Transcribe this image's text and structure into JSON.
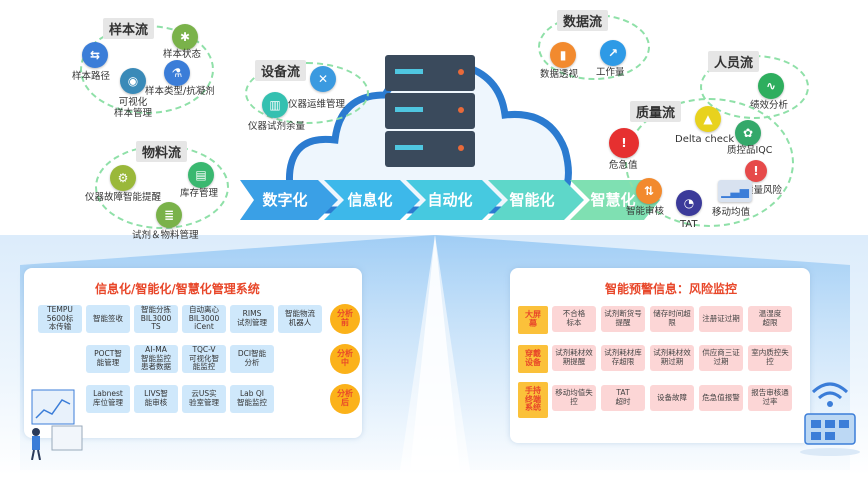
{
  "clusters": {
    "sample": {
      "title": "样本流",
      "items": [
        "样本路径",
        "样本状态",
        "样本类型/抗凝剂",
        "可视化\n样本管理"
      ]
    },
    "equipment": {
      "title": "设备流",
      "items": [
        "仪器运维管理",
        "仪器试剂余量"
      ]
    },
    "material": {
      "title": "物料流",
      "items": [
        "仪器故障智能提醒",
        "库存管理",
        "试剂＆物料管理"
      ]
    },
    "data": {
      "title": "数据流",
      "items": [
        "数据透视",
        "工作量"
      ]
    },
    "personnel": {
      "title": "人员流",
      "items": [
        "绩效分析"
      ]
    },
    "quality": {
      "title": "质量流",
      "items": [
        "Delta check",
        "质控品IQC",
        "质量风险",
        "危急值",
        "智能审核",
        "TAT",
        "移动均值"
      ]
    }
  },
  "flow": [
    "数字化",
    "信息化",
    "自动化",
    "智能化",
    "智慧化"
  ],
  "left_panel": {
    "title": "信息化/智能化/智慧化管理系统",
    "row1": [
      "TEMPU\n5600标\n本传输",
      "智能签收",
      "智能分拣\nBIL3000\nTS",
      "自动离心\nBIL3000\niCent",
      "RIMS\n试剂管理",
      "智能物流\n机器人"
    ],
    "row2": [
      "POCT智\n能管理",
      "AI-MA\n智能监控\n患者数据",
      "TQC-V\n可视化智\n能监控",
      "DCI智能\n分析"
    ],
    "row3": [
      "Labnest\n库位管理",
      "LIVS智\n能审核",
      "云US实\n验室管理",
      "Lab QI\n智能监控"
    ],
    "stages": [
      "分析\n前",
      "分析\n中",
      "分析\n后"
    ]
  },
  "right_panel": {
    "title": "智能预警信息：风险监控",
    "row_labels": [
      "大屏\n幕",
      "穿戴\n设备",
      "手持\n终端\n系统"
    ],
    "row1": [
      "不合格\n标本",
      "试剂断货号\n提醒",
      "储存时间超\n限",
      "注册证过期",
      "温湿度\n超限"
    ],
    "row2": [
      "试剂耗材效\n期提醒",
      "试剂耗材库\n存超限",
      "试剂耗材效\n期过期",
      "供应商三证\n过期",
      "室内质控失\n控"
    ],
    "row3": [
      "移动均值失\n控",
      "TAT\n超时",
      "设备故障",
      "危急值报警",
      "报告审核通\n过率"
    ]
  },
  "colors": {
    "accent_red": "#e8472a",
    "stage_yellow": "#fbb21a",
    "light_blue": "#cfe8fb",
    "light_pink": "#fcd6d6",
    "green_ring": "#8fe0a8"
  }
}
